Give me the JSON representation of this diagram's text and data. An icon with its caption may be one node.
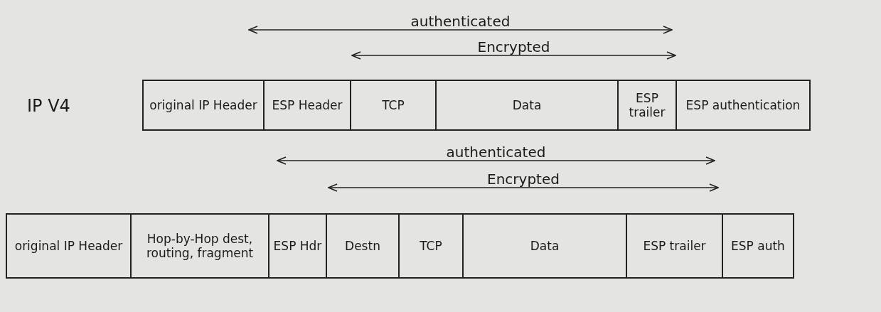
{
  "diagram": {
    "nodes": [
      {
        "text": [
          "original IP Header"
        ]
      },
      {
        "text": [
          "ESP Header"
        ]
      },
      {
        "text": [
          "TCP"
        ]
      },
      {
        "text": [
          "Data"
        ]
      },
      {
        "text": [
          "ESP trailer"
        ]
      },
      {
        "text": [
          "ESP authentication"
        ]
      },
      {
        "text": [
          "original IP Header"
        ]
      },
      {
        "text": [
          "Hop-by-Hop dest, routing, fragment"
        ]
      },
      {
        "text": [
          "ESP Hdr"
        ]
      },
      {
        "text": [
          "Destn"
        ]
      },
      {
        "text": [
          "TCP"
        ]
      },
      {
        "text": [
          "Data"
        ]
      },
      {
        "text": [
          "ESP trailer"
        ]
      },
      {
        "text": [
          "ESP auth"
        ]
      }
    ],
    "edges": [],
    "labels": [
      "authenticated",
      "Encrypted",
      "IP V4",
      "authenticated",
      "Encrypted"
    ]
  }
}
